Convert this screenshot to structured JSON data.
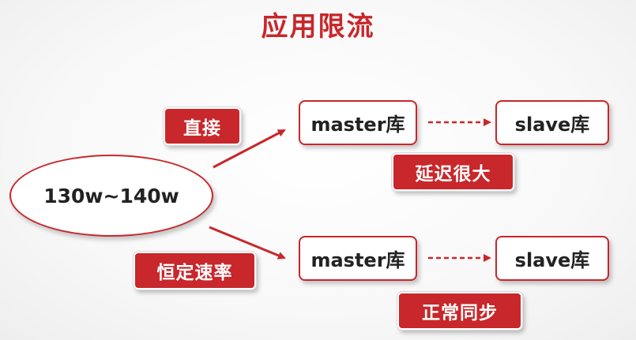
{
  "title": "应用限流",
  "source": {
    "label": "130w~140w"
  },
  "branches": [
    {
      "edge_label": "直接",
      "master": "master库",
      "slave": "slave库",
      "result": "延迟很大"
    },
    {
      "edge_label": "恒定速率",
      "master": "master库",
      "slave": "slave库",
      "result": "正常同步"
    }
  ],
  "colors": {
    "accent": "#c8272b",
    "text": "#222222",
    "tag_text": "#ffffff"
  }
}
